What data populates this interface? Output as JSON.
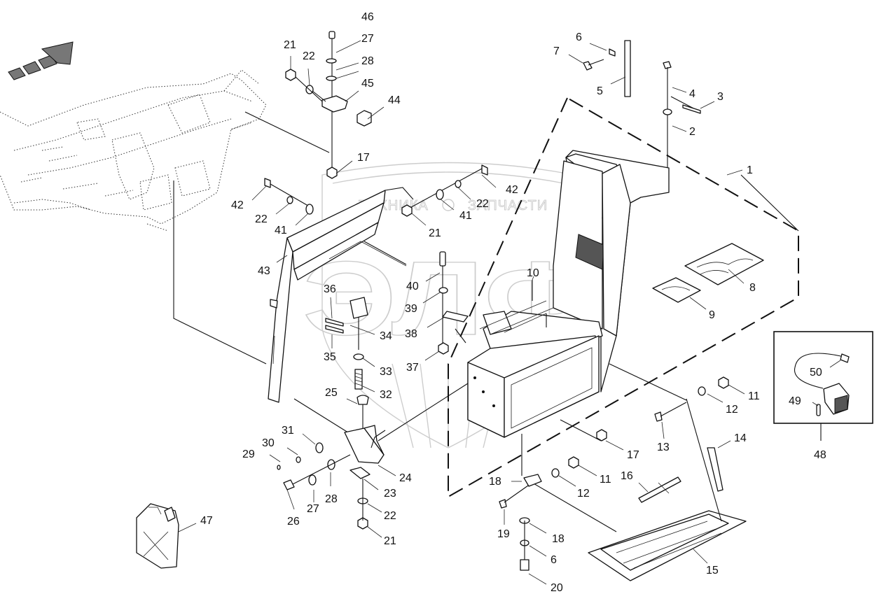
{
  "watermark": {
    "top_left": "ТЕХНИКА",
    "top_right": "ЗАПЧАСТИ",
    "center": "ЭЛФ"
  },
  "callouts": [
    {
      "id": "c1",
      "text": "1"
    },
    {
      "id": "c2",
      "text": "2"
    },
    {
      "id": "c3",
      "text": "3"
    },
    {
      "id": "c4",
      "text": "4"
    },
    {
      "id": "c5",
      "text": "5"
    },
    {
      "id": "c6a",
      "text": "6"
    },
    {
      "id": "c6b",
      "text": "6"
    },
    {
      "id": "c7",
      "text": "7"
    },
    {
      "id": "c8",
      "text": "8"
    },
    {
      "id": "c9",
      "text": "9"
    },
    {
      "id": "c10",
      "text": "10"
    },
    {
      "id": "c11a",
      "text": "11"
    },
    {
      "id": "c11b",
      "text": "11"
    },
    {
      "id": "c12a",
      "text": "12"
    },
    {
      "id": "c12b",
      "text": "12"
    },
    {
      "id": "c13",
      "text": "13"
    },
    {
      "id": "c14",
      "text": "14"
    },
    {
      "id": "c15",
      "text": "15"
    },
    {
      "id": "c16",
      "text": "16"
    },
    {
      "id": "c17a",
      "text": "17"
    },
    {
      "id": "c17b",
      "text": "17"
    },
    {
      "id": "c18a",
      "text": "18"
    },
    {
      "id": "c18b",
      "text": "18"
    },
    {
      "id": "c19",
      "text": "19"
    },
    {
      "id": "c20",
      "text": "20"
    },
    {
      "id": "c21a",
      "text": "21"
    },
    {
      "id": "c21b",
      "text": "21"
    },
    {
      "id": "c21c",
      "text": "21"
    },
    {
      "id": "c22a",
      "text": "22"
    },
    {
      "id": "c22b",
      "text": "22"
    },
    {
      "id": "c22c",
      "text": "22"
    },
    {
      "id": "c22d",
      "text": "22"
    },
    {
      "id": "c23",
      "text": "23"
    },
    {
      "id": "c24",
      "text": "24"
    },
    {
      "id": "c25",
      "text": "25"
    },
    {
      "id": "c26",
      "text": "26"
    },
    {
      "id": "c27a",
      "text": "27"
    },
    {
      "id": "c27b",
      "text": "27"
    },
    {
      "id": "c28a",
      "text": "28"
    },
    {
      "id": "c28b",
      "text": "28"
    },
    {
      "id": "c29",
      "text": "29"
    },
    {
      "id": "c30",
      "text": "30"
    },
    {
      "id": "c31",
      "text": "31"
    },
    {
      "id": "c32",
      "text": "32"
    },
    {
      "id": "c33",
      "text": "33"
    },
    {
      "id": "c34",
      "text": "34"
    },
    {
      "id": "c35",
      "text": "35"
    },
    {
      "id": "c36",
      "text": "36"
    },
    {
      "id": "c37",
      "text": "37"
    },
    {
      "id": "c38",
      "text": "38"
    },
    {
      "id": "c39",
      "text": "39"
    },
    {
      "id": "c40",
      "text": "40"
    },
    {
      "id": "c41a",
      "text": "41"
    },
    {
      "id": "c41b",
      "text": "41"
    },
    {
      "id": "c42a",
      "text": "42"
    },
    {
      "id": "c42b",
      "text": "42"
    },
    {
      "id": "c43",
      "text": "43"
    },
    {
      "id": "c44",
      "text": "44"
    },
    {
      "id": "c45",
      "text": "45"
    },
    {
      "id": "c46",
      "text": "46"
    },
    {
      "id": "c47",
      "text": "47"
    },
    {
      "id": "c48",
      "text": "48"
    },
    {
      "id": "c49",
      "text": "49"
    },
    {
      "id": "c50",
      "text": "50"
    }
  ]
}
